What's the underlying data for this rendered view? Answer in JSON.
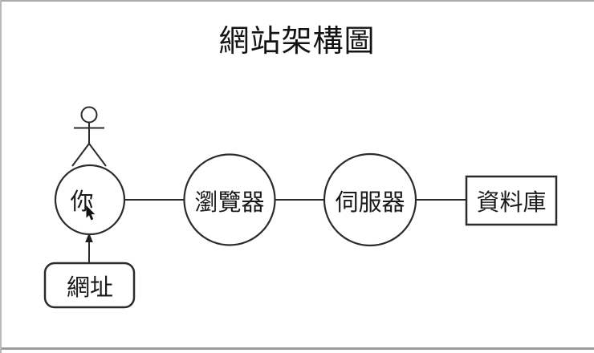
{
  "title": "網站架構圖",
  "diagram": {
    "nodes": [
      {
        "id": "user",
        "label": "你",
        "shape": "circle"
      },
      {
        "id": "browser",
        "label": "瀏覽器",
        "shape": "circle"
      },
      {
        "id": "server",
        "label": "伺服器",
        "shape": "circle"
      },
      {
        "id": "database",
        "label": "資料庫",
        "shape": "rectangle"
      },
      {
        "id": "url",
        "label": "網址",
        "shape": "rounded-rectangle"
      }
    ],
    "edges": [
      {
        "from": "user",
        "to": "browser",
        "type": "line"
      },
      {
        "from": "browser",
        "to": "server",
        "type": "line"
      },
      {
        "from": "server",
        "to": "database",
        "type": "line"
      },
      {
        "from": "url",
        "to": "user",
        "type": "arrow-up"
      }
    ],
    "icons": [
      {
        "name": "person-stick-figure-icon",
        "attached_to": "user"
      },
      {
        "name": "mouse-cursor-icon",
        "attached_to": "user"
      }
    ]
  },
  "colors": {
    "background": "#ffffff",
    "stroke": "#2b2b2b",
    "text": "#1a1a1a",
    "frame_border": "#ababab"
  }
}
